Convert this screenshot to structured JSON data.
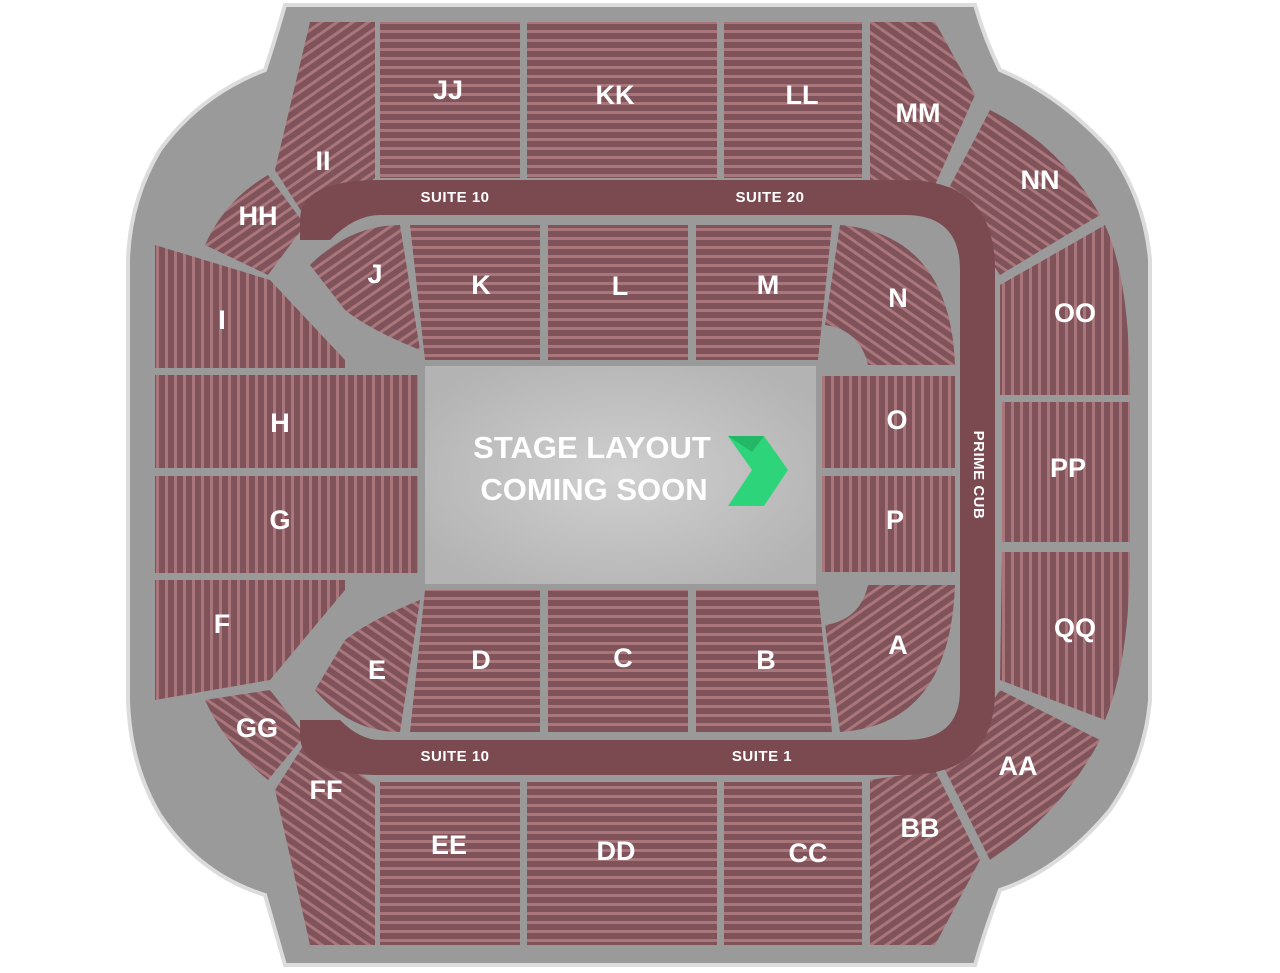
{
  "venue_map": {
    "stage_line1": "STAGE LAYOUT",
    "stage_line2": "COMING SOON",
    "brand_icon": "green-chevron-logo",
    "colors": {
      "seat": "#8a5a5f",
      "seat_row": "#b07e82",
      "concourse": "#9b9b9b",
      "floor": "#c9c9c9",
      "suite_ring": "#7a4a50",
      "brand": "#2ed47a"
    },
    "sections": {
      "JJ": "JJ",
      "KK": "KK",
      "LL": "LL",
      "MM": "MM",
      "NN": "NN",
      "OO": "OO",
      "PP": "PP",
      "QQ": "QQ",
      "AA": "AA",
      "BB": "BB",
      "CC": "CC",
      "DD": "DD",
      "EE": "EE",
      "FF": "FF",
      "GG": "GG",
      "HH": "HH",
      "II": "II",
      "J": "J",
      "K": "K",
      "L": "L",
      "M": "M",
      "N": "N",
      "O": "O",
      "P": "P",
      "A": "A",
      "B": "B",
      "C": "C",
      "D": "D",
      "E": "E",
      "F": "F",
      "G": "G",
      "H": "H",
      "I": "I"
    },
    "suites": {
      "top_left": "SUITE 10",
      "top_right": "SUITE 20",
      "bottom_left": "SUITE 10",
      "bottom_right": "SUITE 1",
      "right": "PRIME CUB"
    }
  }
}
